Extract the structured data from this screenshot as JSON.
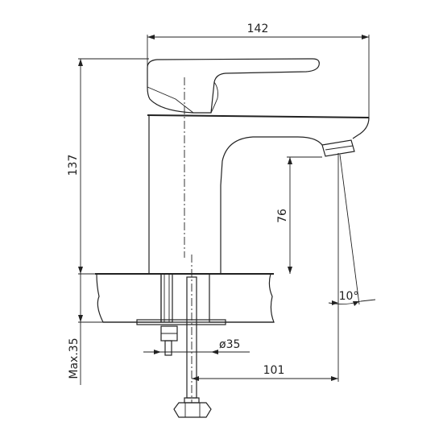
{
  "drawing": {
    "dimensions": {
      "overall_width": "142",
      "overall_height": "137",
      "spout_height": "76",
      "spout_reach": "101",
      "hole_diameter": "ø35",
      "max_thickness": "Max.35",
      "spout_angle": "10°"
    }
  }
}
